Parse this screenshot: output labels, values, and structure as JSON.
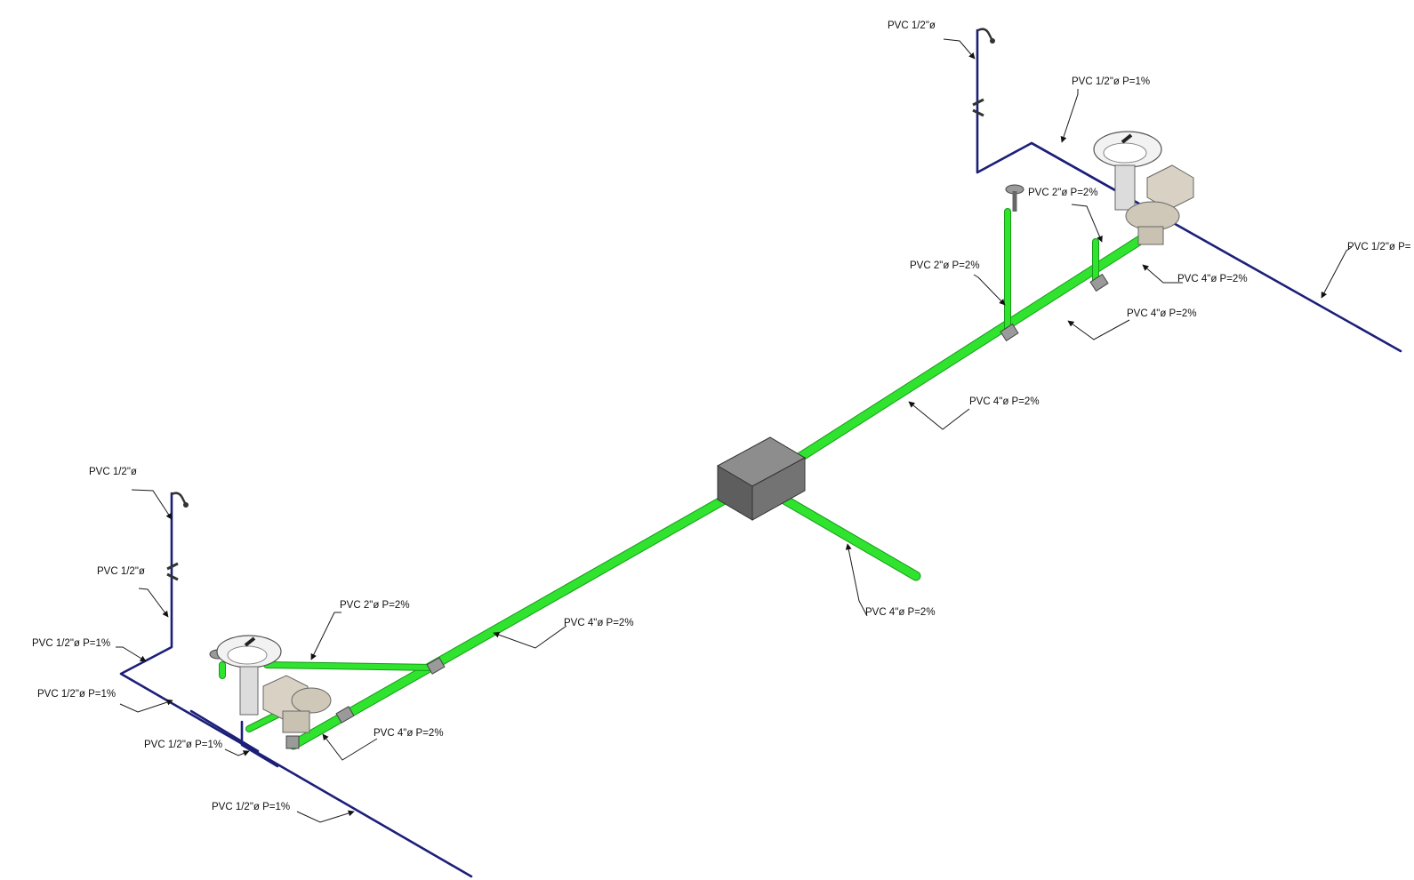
{
  "diagram": {
    "labels": {
      "top_water_1": "PVC 1/2\"ø",
      "top_water_slope": "PVC 1/2\"ø P=1%",
      "right_water_slope": "PVC 1/2\"ø P=",
      "top_drain_2in_a": "PVC 2\"ø P=2%",
      "top_drain_2in_b": "PVC 2\"ø P=2%",
      "top_drain_4in_a": "PVC 4\"ø P=2%",
      "top_drain_4in_b": "PVC 4\"ø P=2%",
      "mid_drain_4in": "PVC 4\"ø P=2%",
      "branch_drain_4in": "PVC 4\"ø P=2%",
      "low_drain_4in": "PVC 4\"ø P=2%",
      "low_drain_2in": "PVC 2\"ø P=2%",
      "bottom_drain_4in": "PVC 4\"ø P=2%",
      "left_water_1": "PVC 1/2\"ø",
      "left_water_2": "PVC 1/2\"ø",
      "left_water_slope_1": "PVC 1/2\"ø P=1%",
      "left_water_slope_2": "PVC 1/2\"ø P=1%",
      "left_water_slope_3": "PVC 1/2\"ø P=1%",
      "left_water_slope_4": "PVC 1/2\"ø P=1%"
    },
    "colors": {
      "water_supply_pipe": "#1c1f78",
      "drain_pipe": "#2fe32f",
      "inspection_box": "#6e6e6e",
      "fixture": "#d9d2c4"
    }
  }
}
